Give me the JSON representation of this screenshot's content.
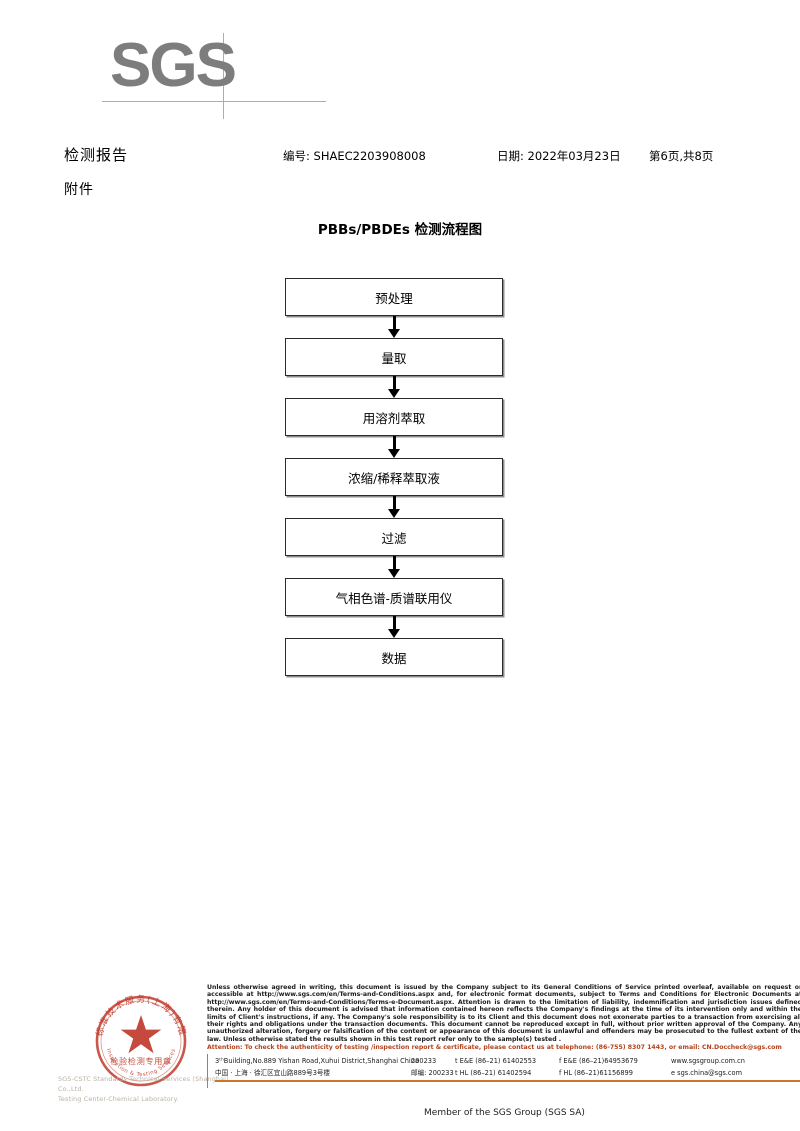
{
  "logo": {
    "text": "SGS",
    "line_color": "#c9a87c",
    "text_color": "#7d7d7d"
  },
  "header": {
    "report_title": "检测报告",
    "report_subtitle": "附件",
    "number": "编号: SHAEC2203908008",
    "date": "日期: 2022年03月23日",
    "page": "第6页,共8页"
  },
  "flow": {
    "title": "PBBs/PBDEs 检测流程图",
    "steps": [
      {
        "label": "预处理"
      },
      {
        "label": "量取"
      },
      {
        "label": "用溶剂萃取"
      },
      {
        "label": "浓缩/稀释萃取液"
      },
      {
        "label": "过滤"
      },
      {
        "label": "气相色谱-质谱联用仪"
      },
      {
        "label": "数据"
      }
    ]
  },
  "stamp": {
    "outer_text": "中国标准技术服务(上海)有限公司",
    "inner_text_cn": "检验检测专用章",
    "inner_text_en": "Inspection & Testing Services",
    "color": "#c0392b",
    "caption_line1": "SGS-CSTC Standards Technical Services (Shanghai) Co.,Ltd.",
    "caption_line2": "Testing Center-Chemical Laboratory."
  },
  "footer": {
    "legal": "Unless otherwise agreed in writing, this document is issued by the Company subject to its General Conditions of Service printed overleaf, available on request or accessible at http://www.sgs.com/en/Terms-and-Conditions.aspx and, for electronic format documents, subject to Terms and Conditions for Electronic Documents at http://www.sgs.com/en/Terms-and-Conditions/Terms-e-Document.aspx. Attention is drawn to the limitation of liability, indemnification and jurisdiction issues defined therein. Any holder of this document is advised that information contained hereon reflects the Company's findings at the time of its intervention only and within the limits of Client's instructions, if any. The Company's sole responsibility is to its Client and this document does not exonerate parties to a transaction from exercising all their rights and obligations under the transaction documents. This document cannot be reproduced except in full, without prior written approval of the Company. Any unauthorized alteration, forgery or falsification of the content or appearance of this document is unlawful and offenders may be prosecuted to the fullest extent of the law. Unless otherwise stated the results shown in this test report refer only to the sample(s) tested .",
    "attention": "Attention: To check the authenticity of testing /inspection report & certificate, please contact us at telephone: (86-755) 8307 1443, or email: CN.Doccheck@sgs.com",
    "address_rows": [
      {
        "address": "3ᵗʰBuilding,No.889 Yishan Road,Xuhui District,Shanghai China",
        "postal": "200233",
        "tel": "t E&E (86–21) 61402553",
        "fax": "f E&E (86–21)64953679",
        "contact": "www.sgsgroup.com.cn"
      },
      {
        "address": "中国 · 上海 · 徐汇区宜山路889号3号楼",
        "postal": "邮编: 200233",
        "tel": "t HL (86–21) 61402594",
        "fax": "f HL (86–21)61156899",
        "contact": "e  sgs.china@sgs.com"
      }
    ],
    "member": "Member of the SGS Group (SGS SA)",
    "accent_color": "#c9762b"
  }
}
